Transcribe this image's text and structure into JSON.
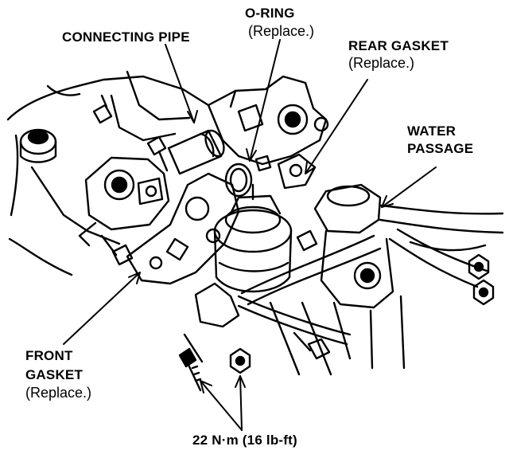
{
  "labels": {
    "connecting_pipe": "CONNECTING PIPE",
    "o_ring": "O-RING",
    "o_ring_note": "(Replace.)",
    "rear_gasket": "REAR GASKET",
    "rear_gasket_note": "(Replace.)",
    "water_passage_1": "WATER",
    "water_passage_2": "PASSAGE",
    "front_gasket_1": "FRONT",
    "front_gasket_2": "GASKET",
    "front_gasket_note": "(Replace.)",
    "torque": "22 N·m (16 lb-ft)"
  }
}
